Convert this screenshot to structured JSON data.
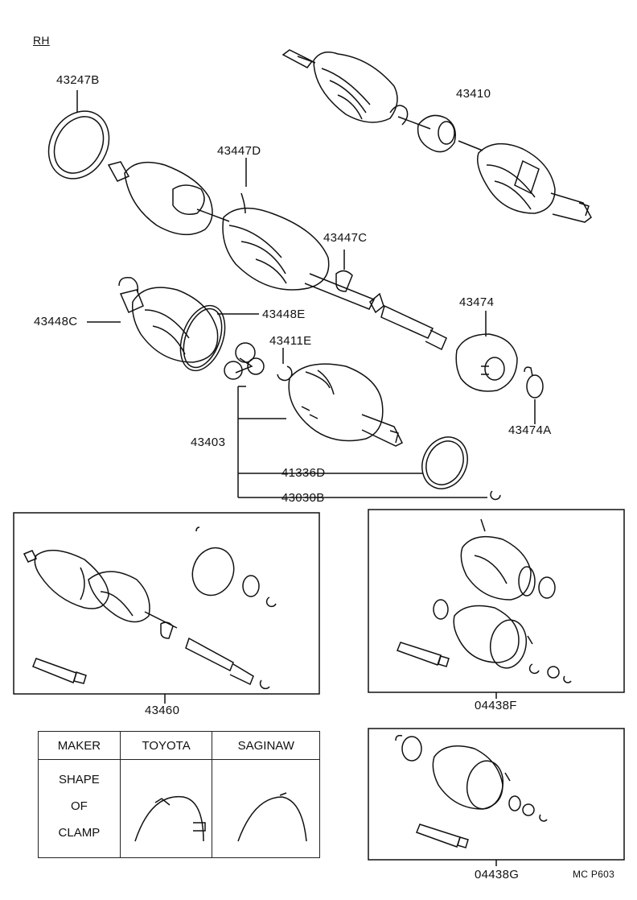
{
  "side_label": "RH",
  "part_numbers": {
    "p43247B": "43247B",
    "p43410": "43410",
    "p43447D": "43447D",
    "p43447C": "43447C",
    "p43448C": "43448C",
    "p43448E": "43448E",
    "p43411E": "43411E",
    "p43474": "43474",
    "p43474A": "43474A",
    "p43403": "43403",
    "p41336D": "41336D",
    "p43030B": "43030B"
  },
  "kits": {
    "kit1": "43460",
    "kit2": "04438F",
    "kit3": "04438G"
  },
  "clamp_table": {
    "header_maker": "MAKER",
    "header_toyota": "TOYOTA",
    "header_saginaw": "SAGINAW",
    "row_label_line1": "SHAPE",
    "row_label_line2": "OF",
    "row_label_line3": "CLAMP"
  },
  "page_code": "MC P603"
}
